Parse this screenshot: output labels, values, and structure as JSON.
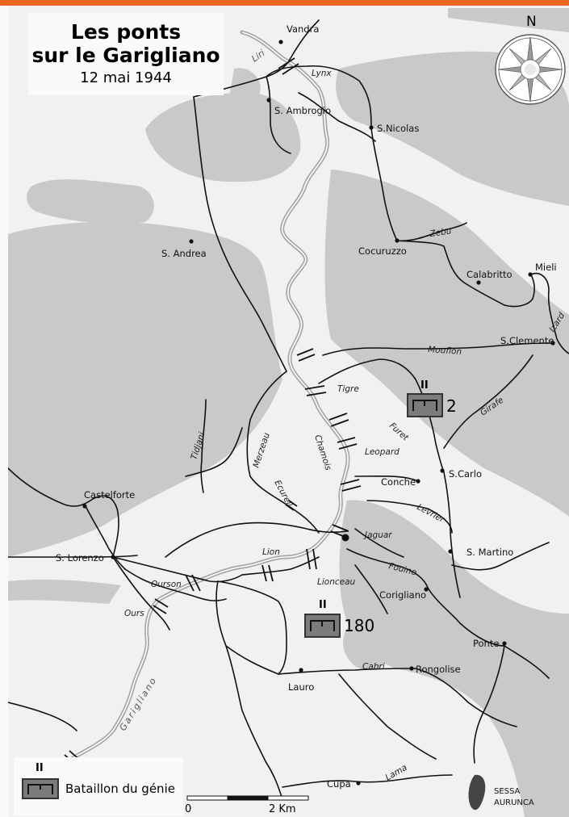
{
  "title": {
    "line1": "Les ponts",
    "line2": "sur le Garigliano",
    "date": "12 mai 1944"
  },
  "compass": {
    "north": "N",
    "icon": "compass-rose-icon"
  },
  "places": {
    "vandra": "Vandra",
    "s_ambrogio": "S. Ambrogio",
    "s_nicolas": "S.Nicolas",
    "s_andrea": "S. Andrea",
    "cocuruzzo": "Cocuruzzo",
    "calabritto": "Calabritto",
    "mieli": "Mieli",
    "s_clemente": "S.Clemente",
    "s_carlo": "S.Carlo",
    "conche": "Conche",
    "s_martino": "S. Martino",
    "corigliano": "Corigliano",
    "castelforte": "Castelforte",
    "s_lorenzo": "S. Lorenzo",
    "ponte": "Ponte",
    "rongolise": "Rongolise",
    "lauro": "Lauro",
    "cupa": "Cupa",
    "sessa_1": "SESSA",
    "sessa_2": "AURUNCA"
  },
  "bridges": {
    "lynx": "Lynx",
    "zebu": "Zebu",
    "izard": "Izard",
    "mouflon": "Mouflon",
    "tigre": "Tigre",
    "girafe": "Girafe",
    "furet": "Furet",
    "leopard": "Leopard",
    "chamois": "Chamois",
    "merzeau": "Merzeau",
    "tidjani": "Tidjani",
    "ecureil": "Ecureil",
    "levrier": "Levrier",
    "jaguar": "Jaguar",
    "fouine": "Fouine",
    "lion": "Lion",
    "lionceau": "Lionceau",
    "ourson": "Ourson",
    "ours": "Ours",
    "cabri": "Cabri",
    "lama": "Lama"
  },
  "rivers": {
    "liri": "Liri",
    "garigliano": "Garigliano"
  },
  "units": [
    {
      "echelon": "II",
      "number": "2"
    },
    {
      "echelon": "II",
      "number": "180"
    }
  ],
  "legend": {
    "echelon": "II",
    "label": "Bataillon du génie"
  },
  "scale": {
    "start": "0",
    "end": "2 Km"
  },
  "colors": {
    "high_ground": "#c9c9c9",
    "low_ground": "#f1f1f1",
    "river": "#a6a6a6",
    "road": "#111111",
    "unit_fill": "#7b7b7b",
    "top_bar": "#e8661f"
  }
}
